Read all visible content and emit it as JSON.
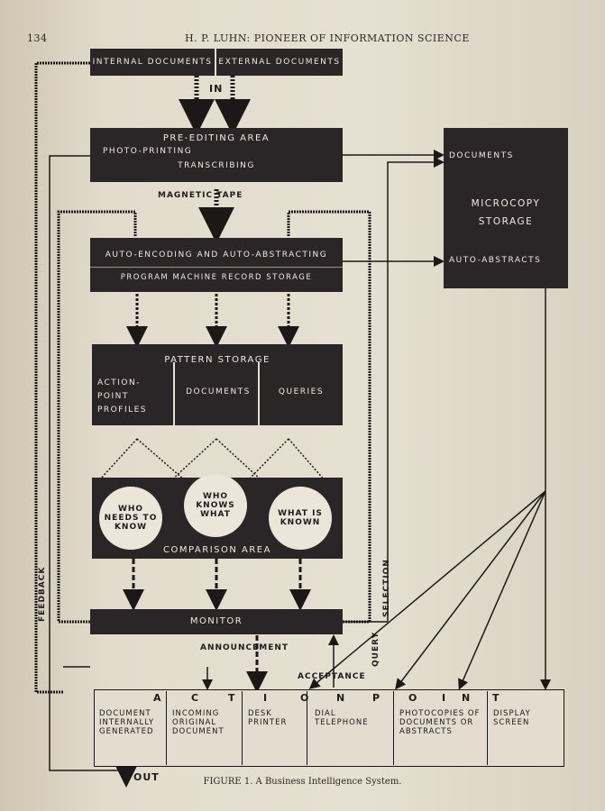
{
  "header": {
    "page_number": "134",
    "running_title": "H. P. LUHN:  PIONEER OF INFORMATION SCIENCE"
  },
  "diagram": {
    "internal_documents": "INTERNAL DOCUMENTS",
    "external_documents": "EXTERNAL DOCUMENTS",
    "in_label": "IN",
    "pre_editing_area": "PRE-EDITING AREA",
    "photo_printing": "PHOTO-PRINTING",
    "transcribing": "TRANSCRIBING",
    "magnetic_tape": "MAGNETIC TAPE",
    "auto_encoding": "AUTO-ENCODING AND AUTO-ABSTRACTING",
    "program_machine": "PROGRAM MACHINE RECORD STORAGE",
    "microcopy_storage": "MICROCOPY STORAGE",
    "documents": "DOCUMENTS",
    "auto_abstracts": "AUTO-ABSTRACTS",
    "pattern_storage": "PATTERN STORAGE",
    "action_point_profiles": "ACTION-POINT PROFILES",
    "pattern_documents": "DOCUMENTS",
    "queries": "QUERIES",
    "who_needs_to_know": "WHO NEEDS TO KNOW",
    "who_knows_what": "WHO KNOWS WHAT",
    "what_is_known": "WHAT IS KNOWN",
    "comparison_area": "COMPARISON AREA",
    "feedback": "FEEDBACK",
    "selection": "SELECTION",
    "query": "QUERY",
    "monitor": "MONITOR",
    "announcement": "ANNOUNCEMENT",
    "acceptance": "ACCEPTANCE",
    "action_point_letters": [
      "A",
      "C",
      "T",
      "I",
      "O",
      "N",
      "P",
      "O",
      "I",
      "N",
      "T"
    ],
    "cells": [
      "DOCUMENT INTERNALLY GENERATED",
      "INCOMING ORIGINAL DOCUMENT",
      "DESK PRINTER",
      "DIAL TELEPHONE",
      "PHOTOCOPIES OF DOCUMENTS OR ABSTRACTS",
      "DISPLAY SCREEN"
    ],
    "out_label": "OUT"
  },
  "caption": "FIGURE 1.  A Business Intelligence System."
}
